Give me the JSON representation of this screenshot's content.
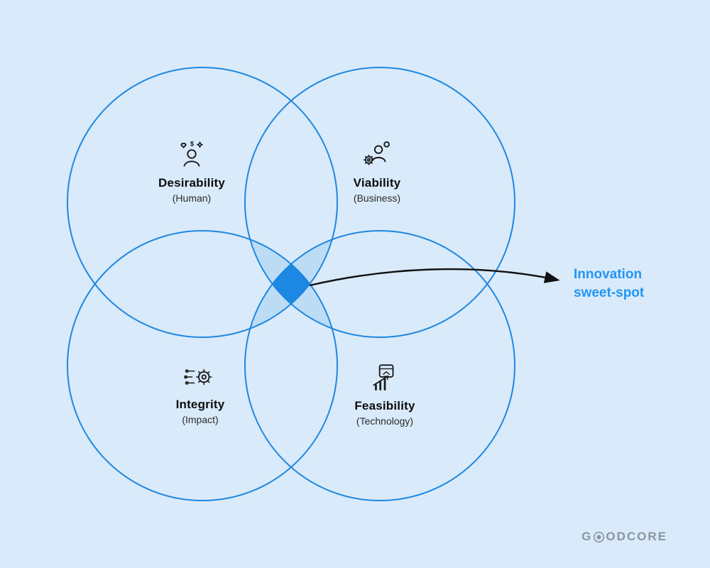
{
  "page": {
    "background_color": "#d9eafa"
  },
  "diagram": {
    "type": "venn-4-circles",
    "stroke_color": "#1e87e0",
    "overlap_light_color": "#bcdcf6",
    "center_color": "#1d87e4",
    "arrow_color": "#111111",
    "circles": [
      {
        "id": "desirability",
        "label": "Desirability",
        "sublabel": "(Human)",
        "icon": "person-hearts-icon",
        "position": "top-left"
      },
      {
        "id": "viability",
        "label": "Viability",
        "sublabel": "(Business)",
        "icon": "person-gear-icon",
        "position": "top-right"
      },
      {
        "id": "integrity",
        "label": "Integrity",
        "sublabel": "(Impact)",
        "icon": "gear-motion-icon",
        "position": "bottom-left"
      },
      {
        "id": "feasibility",
        "label": "Feasibility",
        "sublabel": "(Technology)",
        "icon": "house-chart-icon",
        "position": "bottom-right"
      }
    ],
    "annotation": {
      "line1": "Innovation",
      "line2": "sweet-spot",
      "color": "#2196f3"
    }
  },
  "footer": {
    "logo_prefix": "G",
    "logo_suffix": "ODCORE",
    "logo_color": "#8b959d"
  }
}
